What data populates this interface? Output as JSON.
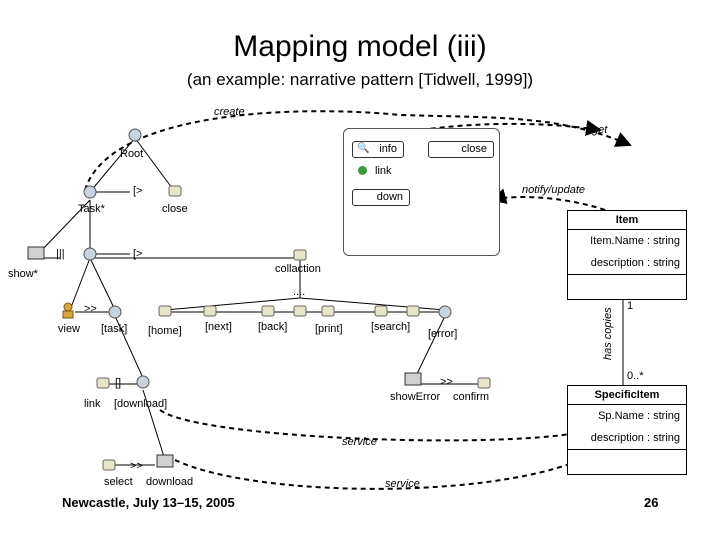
{
  "title": "Mapping model (iii)",
  "subtitle": "(an example: narrative pattern [Tidwell, 1999])",
  "arcs": {
    "create": "create",
    "get": "get",
    "notify": "notify/update",
    "service_top": "service",
    "service_bottom": "service"
  },
  "nodes": {
    "root": "Root",
    "task": "Task*",
    "close_node": "close",
    "show": "show*",
    "collaction": "collaction",
    "dots": "....",
    "view": "view",
    "task_link": "[task]",
    "home": "[home]",
    "next": "[next]",
    "back": "[back]",
    "print": "[print]",
    "search": "[search]",
    "error": "[error]",
    "link_node": "link",
    "download_link": "[download]",
    "show_error": "showError",
    "confirm": "confirm",
    "select": "select",
    "download": "download",
    "op_choice": "[>",
    "op_seq": ">>",
    "op_bar": "|||",
    "op_br": "[]"
  },
  "panel": {
    "info": "info",
    "close": "close",
    "link": "link",
    "down": "down"
  },
  "item": {
    "name": "Item",
    "attr1": "Item.Name : string",
    "attr2": "description : string"
  },
  "specific": {
    "name": "SpecificItem",
    "attr1": "Sp.Name : string",
    "attr2": "description : string"
  },
  "assoc": {
    "role": "has copies",
    "mult_one": "1",
    "mult_many": "0..*"
  },
  "footer": {
    "left": "Newcastle, July 13–15, 2005",
    "page": "26"
  }
}
